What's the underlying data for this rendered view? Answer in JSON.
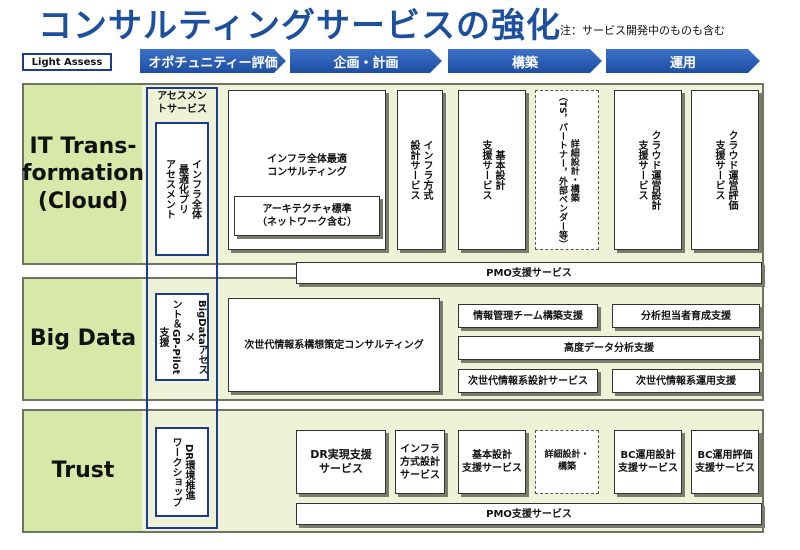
{
  "title": "コンサルティングサービスの強化",
  "note": "注：サービス開発中のものも含む",
  "light_assess": "Light Assess",
  "phases": [
    "オポチュニティー評価",
    "企画・計画",
    "構築",
    "運用"
  ],
  "rows": {
    "it": {
      "label": "IT Trans-\nformation\n(Cloud)",
      "assess_header": "アセスメン\nトサービス",
      "assess_box": "インフラ全体\n最適化プリ\nアセスメント",
      "consulting": "インフラ全体最適\nコンサルティング",
      "architecture": "アーキテクチャ標準\n（ネットワーク含む）",
      "infra_design": "インフラ方式\n設計サービス",
      "basic_design": "基本設計\n支援サービス",
      "detail_design": "詳細設計・構築\n（TS，パートナー，外部ベンダー等）",
      "cloud_ops_design": "クラウド運営設計\n支援サービス",
      "cloud_ops_eval": "クラウド運営評価\n支援サービス",
      "pmo": "PMO支援サービス"
    },
    "bigdata": {
      "label": "Big Data",
      "assess_box": "BigDataアセスメ\nント＆GP-Pilot\n支援",
      "consulting": "次世代情報系構想策定コンサルティング",
      "team_support": "情報管理チーム構築支援",
      "analyst_support": "分析担当者育成支援",
      "advanced_analysis": "高度データ分析支援",
      "design_service": "次世代情報系設計サービス",
      "ops_service": "次世代情報系運用支援"
    },
    "trust": {
      "label": "Trust",
      "assess_box": "DR環境推進\nワークショップ",
      "dr_support": "DR実現支援\nサービス",
      "infra_design": "インフラ\n方式設計\nサービス",
      "basic_design": "基本設計\n支援サービス",
      "detail_build": "詳細設計・\n構築",
      "bc_ops_design": "BC運用設計\n支援サービス",
      "bc_ops_eval": "BC運用評価\n支援サービス",
      "pmo": "PMO支援サービス"
    }
  }
}
